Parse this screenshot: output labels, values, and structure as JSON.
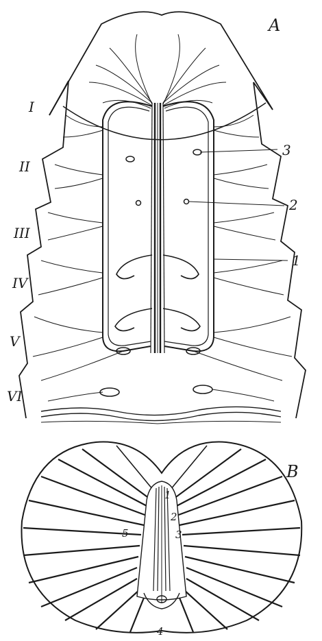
{
  "panels": {
    "A": {
      "letter": "A",
      "segments": [
        "I",
        "II",
        "III",
        "IV",
        "V",
        "VI"
      ],
      "callouts": [
        "3",
        "2",
        "1"
      ]
    },
    "B": {
      "letter": "B",
      "callouts": [
        "1",
        "2",
        "3",
        "5",
        "4"
      ]
    }
  },
  "ink_color": "#1a1a1a"
}
